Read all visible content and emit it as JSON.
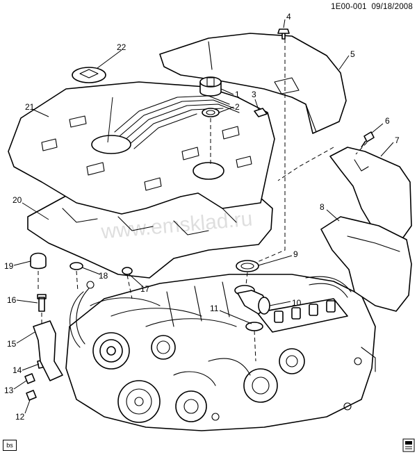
{
  "header": {
    "diagram_id": "1E00-001",
    "date": "09/18/2008"
  },
  "watermark": "www.emsklad.ru",
  "footer": {
    "badge": "bs"
  },
  "callouts": [
    {
      "id": "c1",
      "label": "1"
    },
    {
      "id": "c2",
      "label": "2"
    },
    {
      "id": "c3",
      "label": "3"
    },
    {
      "id": "c4",
      "label": "4"
    },
    {
      "id": "c5",
      "label": "5"
    },
    {
      "id": "c6",
      "label": "6"
    },
    {
      "id": "c7",
      "label": "7"
    },
    {
      "id": "c8",
      "label": "8"
    },
    {
      "id": "c9",
      "label": "9"
    },
    {
      "id": "c10",
      "label": "10"
    },
    {
      "id": "c11",
      "label": "11"
    },
    {
      "id": "c12",
      "label": "12"
    },
    {
      "id": "c13",
      "label": "13"
    },
    {
      "id": "c14",
      "label": "14"
    },
    {
      "id": "c15",
      "label": "15"
    },
    {
      "id": "c16",
      "label": "16"
    },
    {
      "id": "c17",
      "label": "17"
    },
    {
      "id": "c18",
      "label": "18"
    },
    {
      "id": "c19",
      "label": "19"
    },
    {
      "id": "c20",
      "label": "20"
    },
    {
      "id": "c21",
      "label": "21"
    },
    {
      "id": "c22",
      "label": "22"
    }
  ]
}
